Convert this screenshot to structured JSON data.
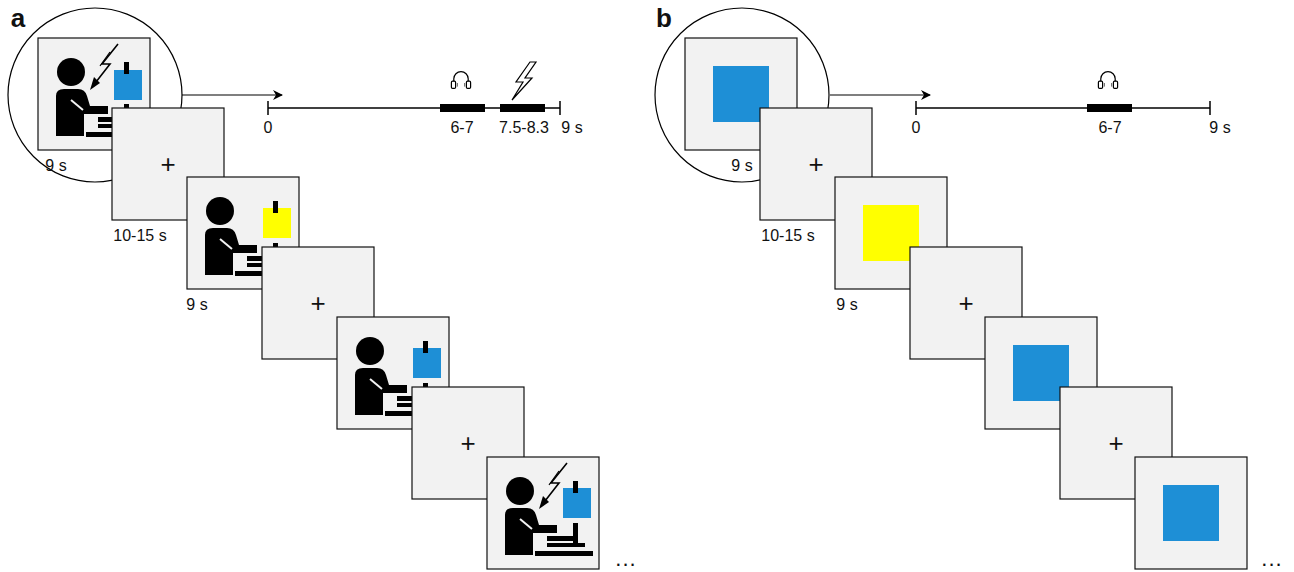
{
  "diagram": {
    "labels": [
      "a",
      "9 s",
      "10-15 s",
      "+",
      "9 s",
      "+",
      "+",
      "0",
      "6-7",
      "7.5-8.3",
      "9 s",
      "...",
      "b",
      "9 s",
      "10-15 s",
      "+",
      "9 s",
      "+",
      "+",
      "0",
      "6-7",
      "9 s",
      "..."
    ]
  }
}
